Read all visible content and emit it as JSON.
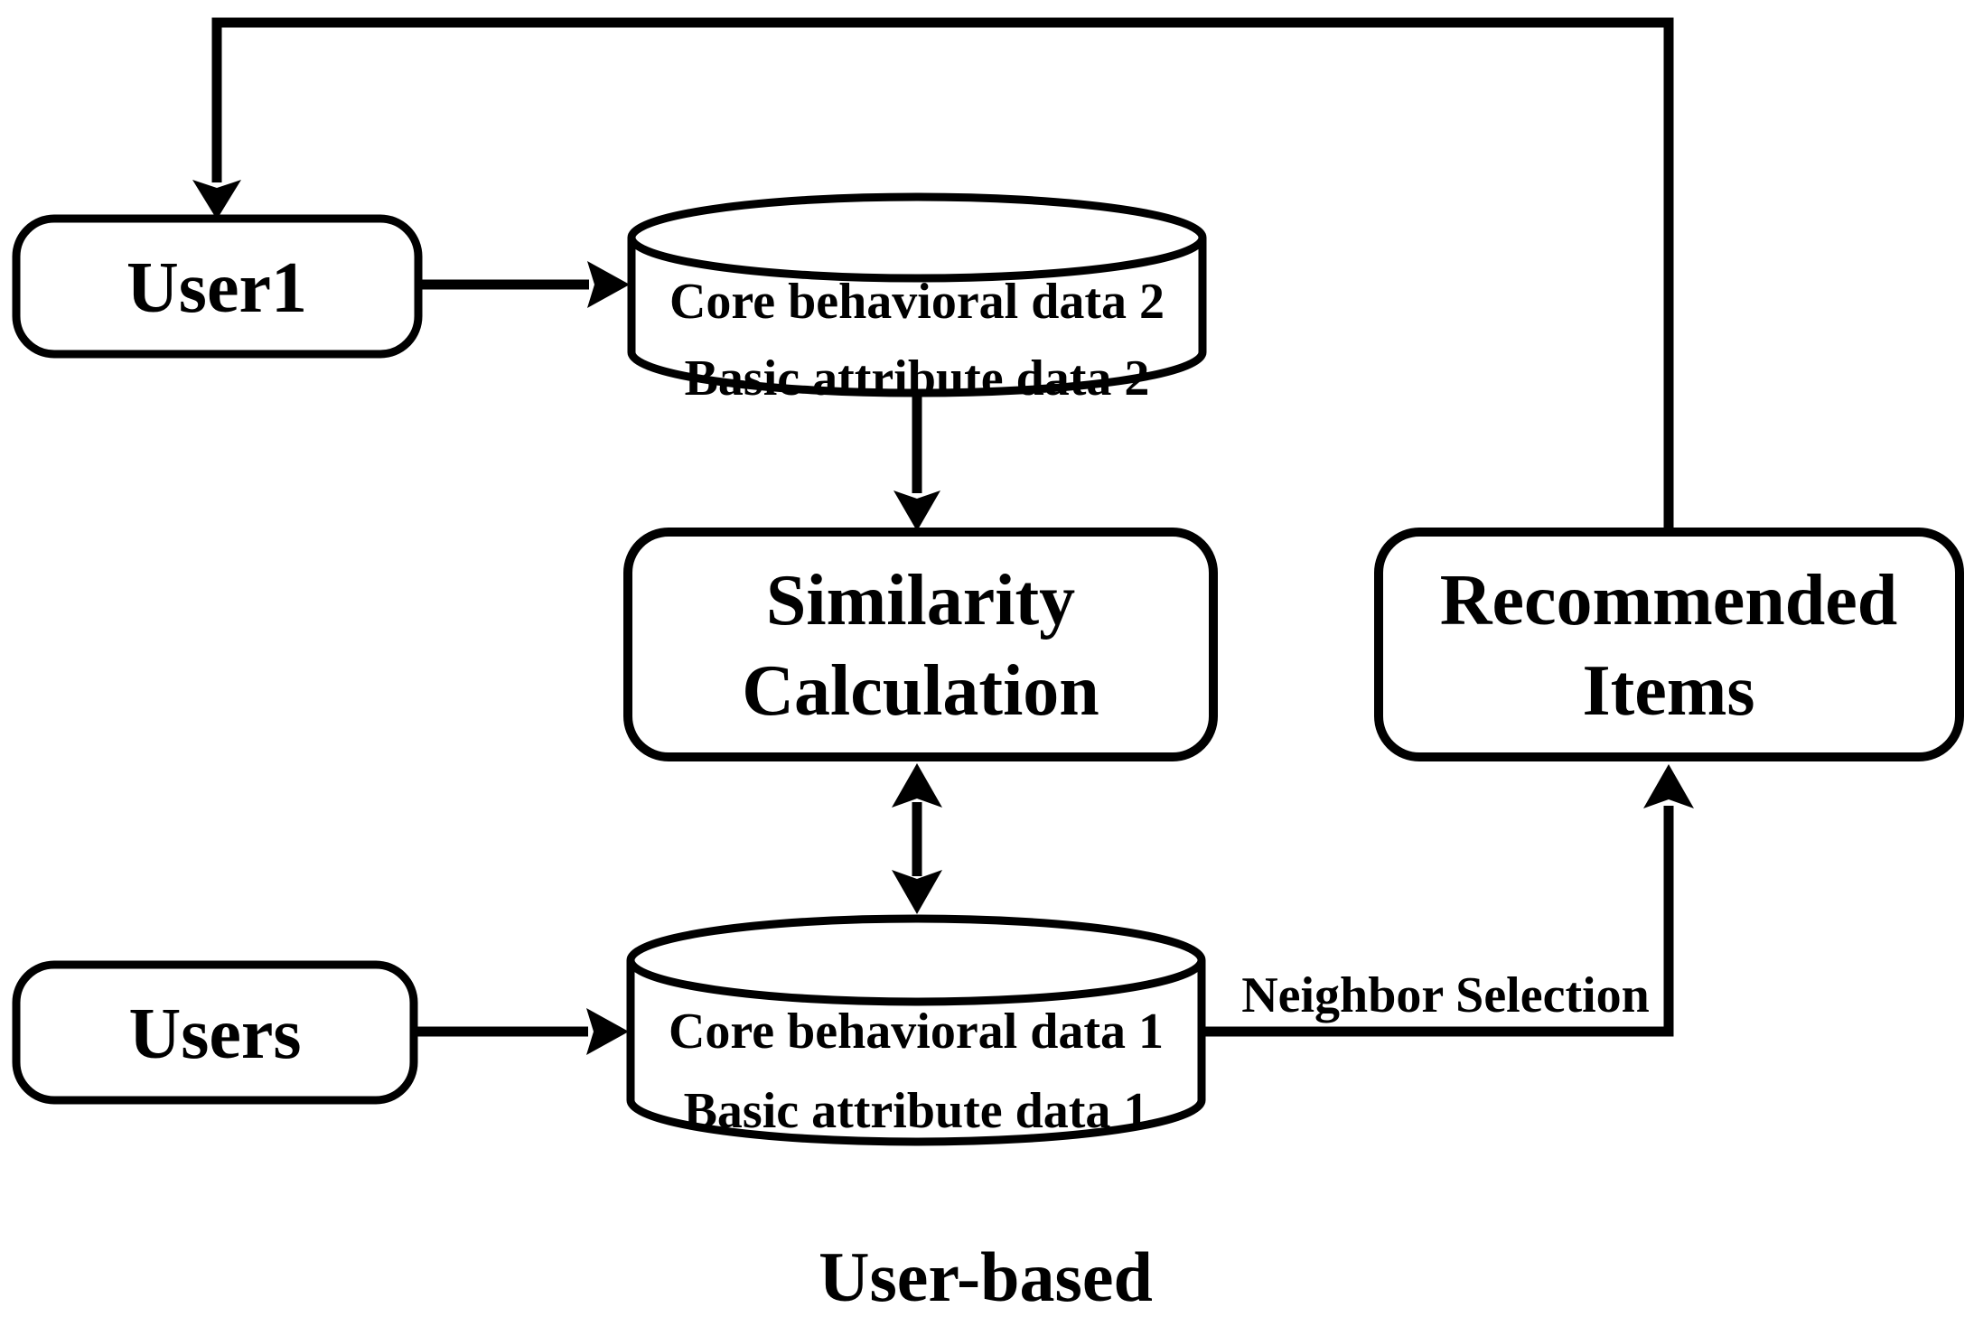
{
  "diagram": {
    "title": "User-based",
    "colors": {
      "stroke": "#000000",
      "fill": "#ffffff"
    },
    "nodes": {
      "user1": {
        "type": "rounded-rect",
        "label": "User1"
      },
      "users": {
        "type": "rounded-rect",
        "label": "Users"
      },
      "db2": {
        "type": "cylinder",
        "lines": [
          "Core behavioral data 2",
          "Basic attribute data 2"
        ]
      },
      "db1": {
        "type": "cylinder",
        "lines": [
          "Core behavioral data 1",
          "Basic attribute data 1"
        ]
      },
      "similarity": {
        "type": "rounded-rect",
        "lines": [
          "Similarity",
          "Calculation"
        ]
      },
      "recommended": {
        "type": "rounded-rect",
        "lines": [
          "Recommended",
          "Items"
        ]
      }
    },
    "edges": [
      {
        "from": "user1",
        "to": "db2",
        "label": ""
      },
      {
        "from": "db2",
        "to": "similarity",
        "label": ""
      },
      {
        "from": "similarity",
        "to": "db1",
        "bidirectional": true,
        "label": ""
      },
      {
        "from": "users",
        "to": "db1",
        "label": ""
      },
      {
        "from": "db1",
        "to": "recommended",
        "label": "Neighbor Selection"
      },
      {
        "from": "recommended",
        "to": "user1",
        "label": "",
        "route": "feedback-loop-over-top"
      }
    ]
  }
}
